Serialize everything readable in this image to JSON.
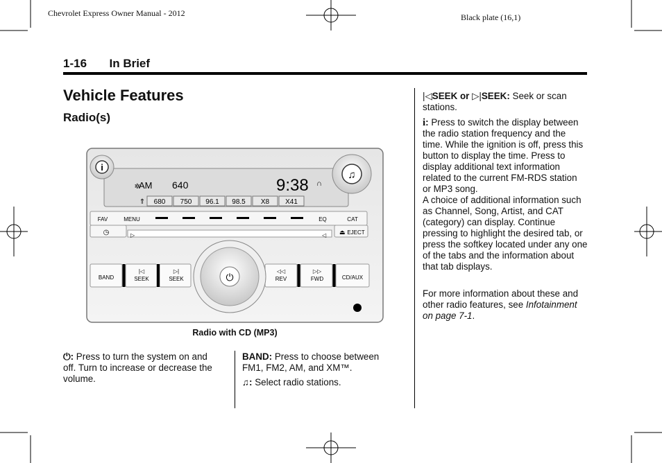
{
  "header": {
    "manual_title": "Chevrolet Express Owner Manual - 2012",
    "plate": "Black plate (16,1)"
  },
  "section": {
    "page_number": "1-16",
    "name": "In Brief"
  },
  "title": "Vehicle Features",
  "subtitle": "Radio(s)",
  "figure": {
    "caption": "Radio with CD (MP3)",
    "display": {
      "band": "AM",
      "frequency": "640",
      "clock": "9:38",
      "tabs": [
        "680",
        "750",
        "96.1",
        "98.5",
        "X8",
        "X41"
      ]
    },
    "buttons": {
      "fav": "FAV",
      "menu": "MENU",
      "eq": "EQ",
      "cat": "CAT",
      "eject": "EJECT",
      "band": "BAND",
      "seek_back": "SEEK",
      "seek_fwd": "SEEK",
      "rev": "REV",
      "fwd": "FWD",
      "cd_aux": "CD/AUX"
    }
  },
  "left_col": {
    "power_label": ":",
    "power_text": "Press to turn the system on and off. Turn to increase or decrease the volume."
  },
  "mid_col": {
    "band_label": "BAND:",
    "band_text": "Press to choose between FM1, FM2, AM, and XM™.",
    "music_label": ":",
    "music_text": "Select radio stations."
  },
  "right_col": {
    "seek_label_1": "SEEK or",
    "seek_label_2": "SEEK:",
    "seek_text": "Seek or scan stations.",
    "info_label": ":",
    "info_text": "Press to switch the display between the radio station frequency and the time. While the ignition is off, press this button to display the time. Press to display additional text information related to the current FM-RDS station or MP3 song.",
    "choice_text": "A choice of additional information such as Channel, Song, Artist, and CAT (category) can display. Continue pressing to highlight the desired tab, or press the softkey located under any one of the tabs and the information about that tab displays.",
    "more_text": "For more information about these and other radio features, see",
    "ref_text": "Infotainment on page 7-1",
    "ref_end": "."
  }
}
